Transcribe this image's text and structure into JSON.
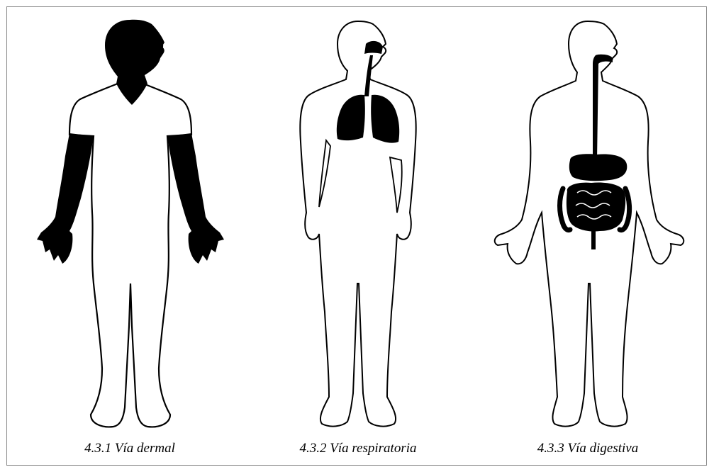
{
  "captions": {
    "dermal": "4.3.1 Vía dermal",
    "respiratoria": "4.3.2 Vía respiratoria",
    "digestiva": "4.3.3 Vía digestiva"
  },
  "colors": {
    "ink": "#000000",
    "paper": "#ffffff",
    "frame": "#8a8a8a"
  },
  "exposure_routes": [
    {
      "route": "dermal",
      "highlight": "skin of head, neck and arms"
    },
    {
      "route": "respiratoria",
      "highlight": "nasal cavity, trachea and lungs"
    },
    {
      "route": "digestiva",
      "highlight": "oesophagus, stomach and intestines"
    }
  ]
}
